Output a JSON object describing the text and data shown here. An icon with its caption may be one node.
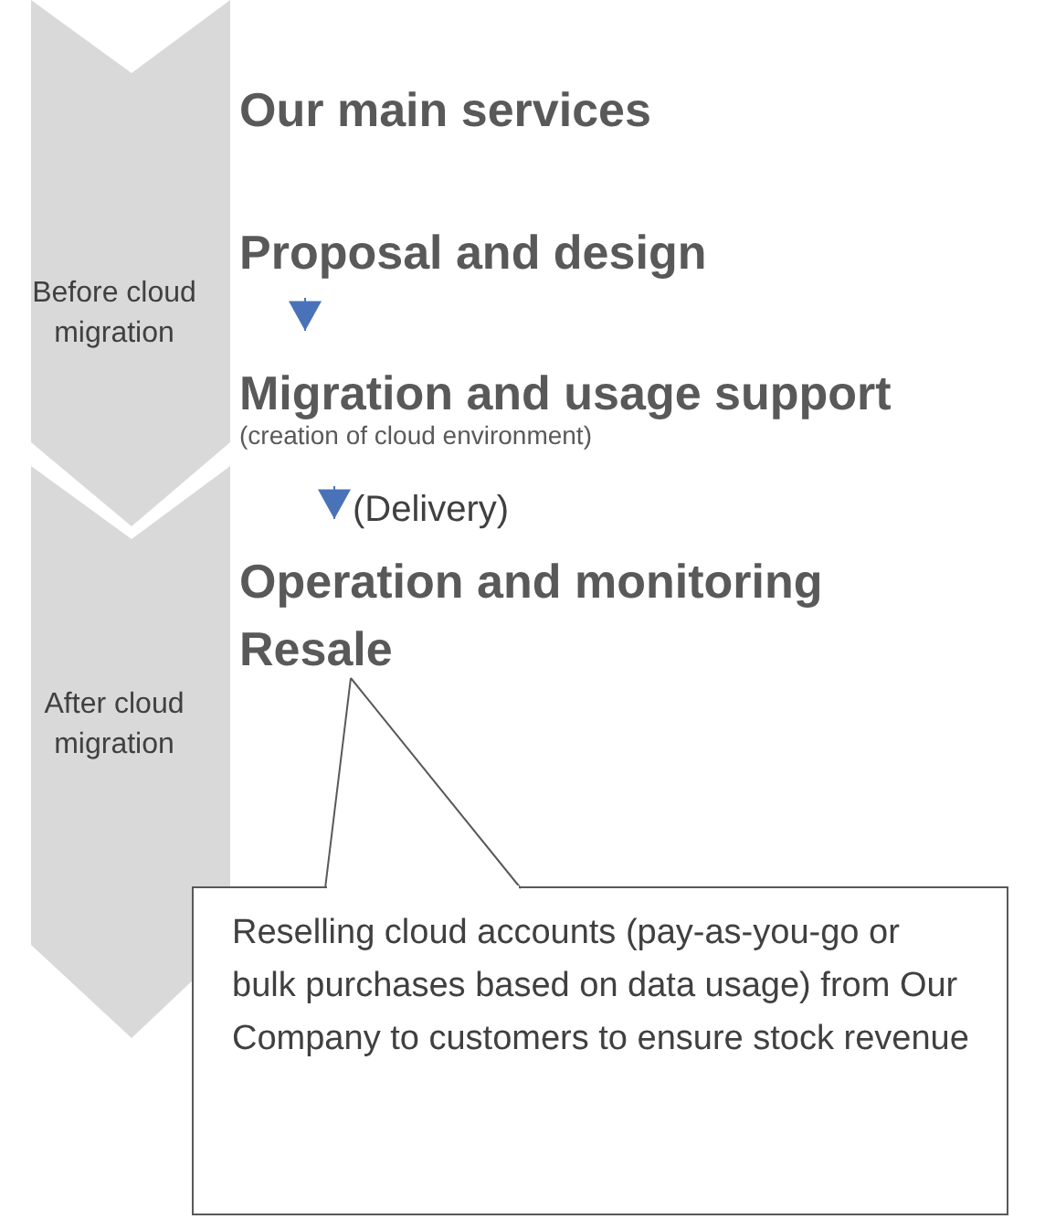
{
  "diagram": {
    "title": "Our main services",
    "nodes": [
      {
        "text": [
          "Before cloud migration"
        ]
      },
      {
        "text": [
          "After cloud migration"
        ]
      },
      {
        "text": [
          "Proposal and design"
        ]
      },
      {
        "text": [
          "Migration and usage support"
        ],
        "beside": [
          "(creation of cloud environment)"
        ]
      },
      {
        "text": [
          "Operation and monitoring"
        ]
      },
      {
        "text": [
          "Resale"
        ]
      },
      {
        "text": [
          "Reselling cloud accounts (pay-as-you-go or bulk purchases based on data usage) from Our Company to customers to ensure stock revenue"
        ]
      }
    ],
    "edges": [
      {
        "from": 2,
        "to": 3,
        "arrow": "to"
      },
      {
        "from": 3,
        "to": 4,
        "arrow": "to",
        "label": "(Delivery)"
      },
      {
        "from": 6,
        "to": 5,
        "arrow": "none",
        "color": "#595959"
      }
    ]
  }
}
